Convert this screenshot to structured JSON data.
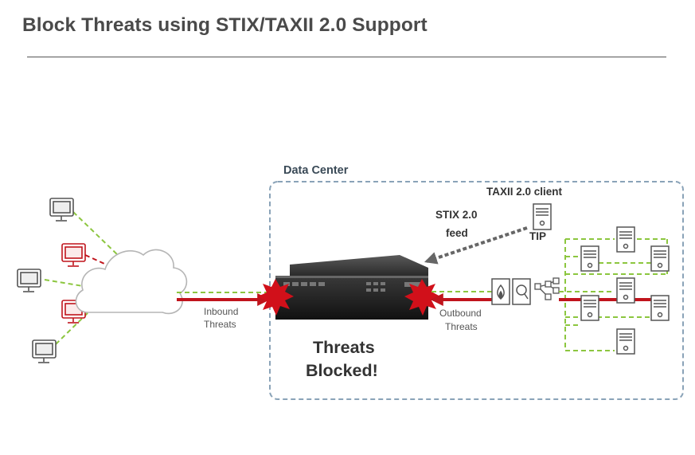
{
  "title": "Block Threats using STIX/TAXII 2.0 Support",
  "labels": {
    "data_center": "Data Center",
    "taxii_client": "TAXII 2.0 client",
    "stix_feed_line1": "STIX 2.0",
    "stix_feed_line2": "feed",
    "tip": "TIP",
    "inbound_line1": "Inbound",
    "inbound_line2": "Threats",
    "outbound_line1": "Outbound",
    "outbound_line2": "Threats",
    "blocked_line1": "Threats",
    "blocked_line2": "Blocked!"
  },
  "colors": {
    "threat_red": "#c0141c",
    "safe_green": "#8cc63f",
    "border_blue": "#8aa3b8",
    "title_gray": "#4a4a4a"
  },
  "icons": [
    "monitor-icon",
    "cloud-icon",
    "firewall-appliance-icon",
    "starburst-icon",
    "server-icon",
    "sandbox-icon",
    "inspection-icon",
    "network-topology-icon"
  ]
}
